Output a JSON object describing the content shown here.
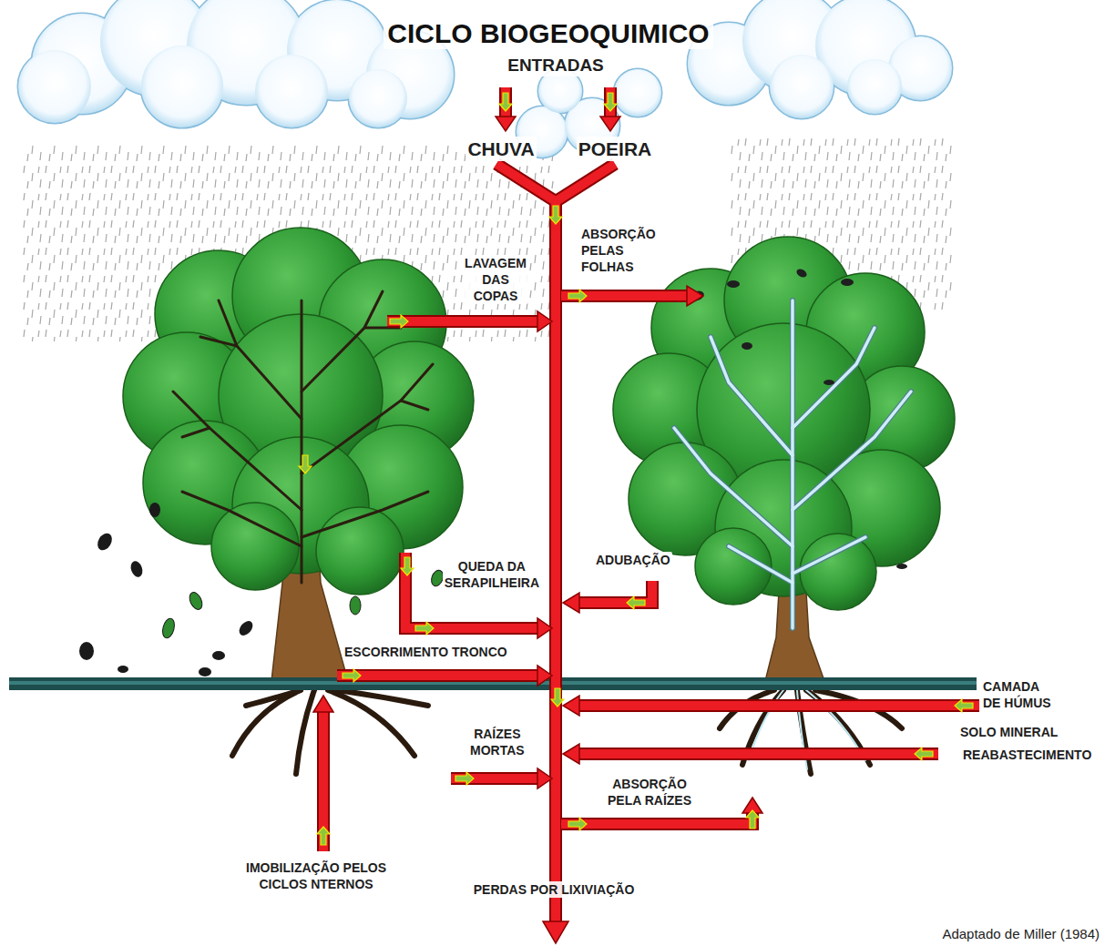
{
  "diagram": {
    "title": "CICLO BIOGEOQUIMICO",
    "caption": "Adaptado de Miller (1984)",
    "labels": [
      "ENTRADAS",
      "CHUVA",
      "POEIRA",
      "ABSORÇÃO PELAS FOLHAS",
      "LAVAGEM DAS COPAS",
      "QUEDA DA SERAPILHEIRA",
      "ADUBAÇÃO",
      "ESCORRIMENTO TRONCO",
      "CAMADA DE HÚMUS",
      "SOLO MINERAL",
      "REABASTECIMENTO",
      "RAÍZES MORTAS",
      "ABSORÇÃO PELA RAÍZES",
      "IMOBILIZAÇÃO PELOS CICLOS NTERNOS",
      "PERDAS POR LIXIVIAÇÃO"
    ]
  }
}
